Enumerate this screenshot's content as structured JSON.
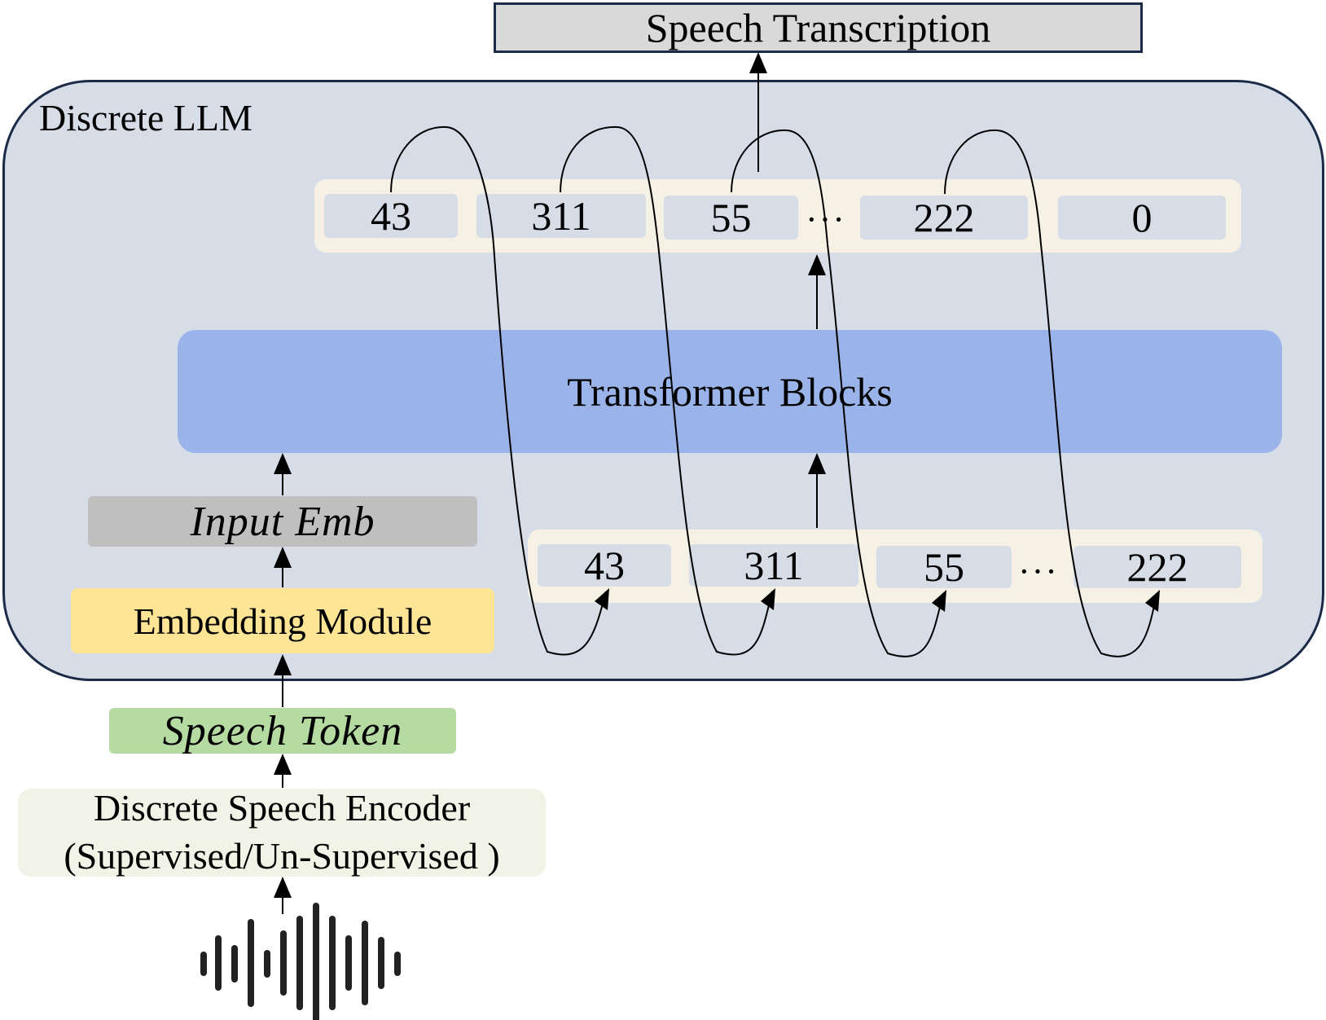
{
  "output_label": "Speech Transcription",
  "llm_label": "Discrete LLM",
  "output_tokens": [
    "43",
    "311",
    "55",
    "222",
    "0"
  ],
  "input_tokens": [
    "43",
    "311",
    "55",
    "222"
  ],
  "ellipsis": "···",
  "transformer_label": "Transformer Blocks",
  "input_emb_label": "Input Emb",
  "embedding_module_label": "Embedding Module",
  "speech_token_label": "Speech Token",
  "encoder": {
    "line1": "Discrete Speech Encoder",
    "line2": "(Supervised/Un-Supervised )"
  },
  "icons": {
    "audio": "audio-waveform-icon"
  },
  "colors": {
    "llm_bg": "#d6dde7",
    "border": "#1b2a47",
    "transformer": "#9ab4ea",
    "embedding_module": "#fee596",
    "speech_token": "#b6dba2",
    "input_emb": "#bfbfbf",
    "encoder": "#f0f3e6",
    "sequence_bg": "#f6f1e5"
  }
}
